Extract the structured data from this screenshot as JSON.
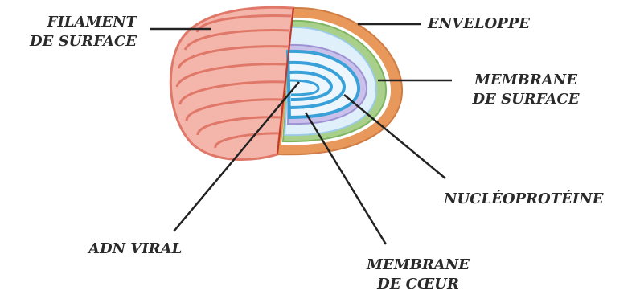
{
  "labels": {
    "surface_filament": [
      "FILAMENT",
      "DE SURFACE"
    ],
    "envelope": "ENVELOPPE",
    "surface_membrane": [
      "MEMBRANE",
      "DE SURFACE"
    ],
    "nucleoprotein": "NUCLÉOPROTÉINE",
    "viral_dna": "ADN VIRAL",
    "core_membrane": [
      "MEMBRANE",
      "DE CŒUR"
    ]
  },
  "colors": {
    "filament_fill": "#f4b6aa",
    "filament_stroke": "#e0786a",
    "envelope": "#e8985a",
    "surface_membrane": "#a8d08a",
    "inner_fill": "#dff0fb",
    "core_membrane": "#c9c1ea",
    "dna": "#3aa0d8",
    "leader_line": "#222222"
  }
}
